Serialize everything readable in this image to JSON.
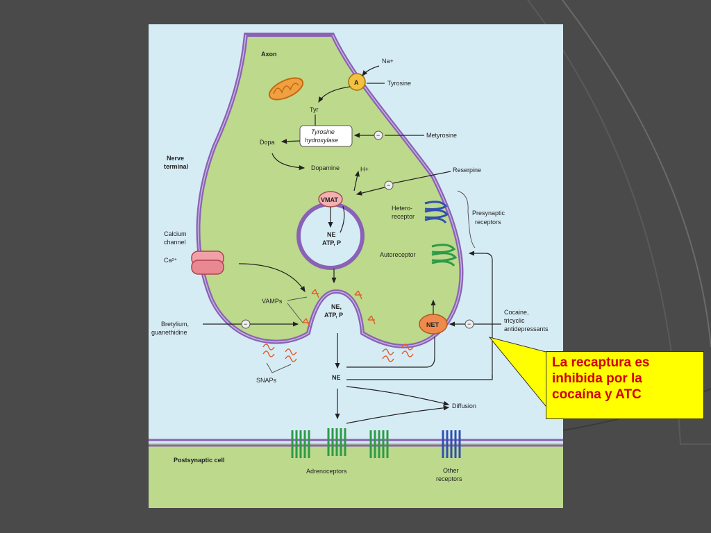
{
  "diagram": {
    "axon": "Axon",
    "na_plus": "Na+",
    "transporter_a": "A",
    "tyrosine": "Tyrosine",
    "tyr": "Tyr",
    "tyrosine_hydroxylase_line1": "Tyrosine",
    "tyrosine_hydroxylase_line2": "hydroxylase",
    "metyrosine": "Metyrosine",
    "dopa": "Dopa",
    "nerve_terminal_line1": "Nerve",
    "nerve_terminal_line2": "terminal",
    "dopamine": "Dopamine",
    "h_plus": "H+",
    "reserpine": "Reserpine",
    "vmat": "VMAT",
    "hetero_receptor_line1": "Hetero-",
    "hetero_receptor_line2": "receptor",
    "presynaptic_receptors_line1": "Presynaptic",
    "presynaptic_receptors_line2": "receptors",
    "vesicle_ne": "NE",
    "vesicle_atp": "ATP, P",
    "calcium_channel_line1": "Calcium",
    "calcium_channel_line2": "channel",
    "ca2": "Ca²⁺",
    "autoreceptor": "Autoreceptor",
    "vamps": "VAMPs",
    "fusing_ne": "NE,",
    "fusing_atp": "ATP, P",
    "cocaine_line1": "Cocaine,",
    "cocaine_line2": "tricyclic",
    "cocaine_line3": "antidepressants",
    "net": "NET",
    "bretylium_line1": "Bretylium,",
    "bretylium_line2": "guanethidine",
    "snaps": "SNAPs",
    "released_ne": "NE",
    "diffusion": "Diffusion",
    "postsynaptic_cell": "Postsynaptic cell",
    "adrenoceptors": "Adrenoceptors",
    "other_receptors_line1": "Other",
    "other_receptors_line2": "receptors",
    "minus": "−"
  },
  "callout": {
    "text": "La recaptura es\ninhibida por la\ncocaína y ATC"
  },
  "colors": {
    "slide_bg": "#4a4a4a",
    "diagram_bg": "#d6ecf5",
    "cytoplasm": "#bcd98c",
    "membrane": "#8a62b5",
    "callout_bg": "#ffff00",
    "callout_text": "#d40000",
    "net_orange": "#ee8a4e",
    "receptor_green": "#2e9a48",
    "receptor_blue": "#3050b0"
  }
}
